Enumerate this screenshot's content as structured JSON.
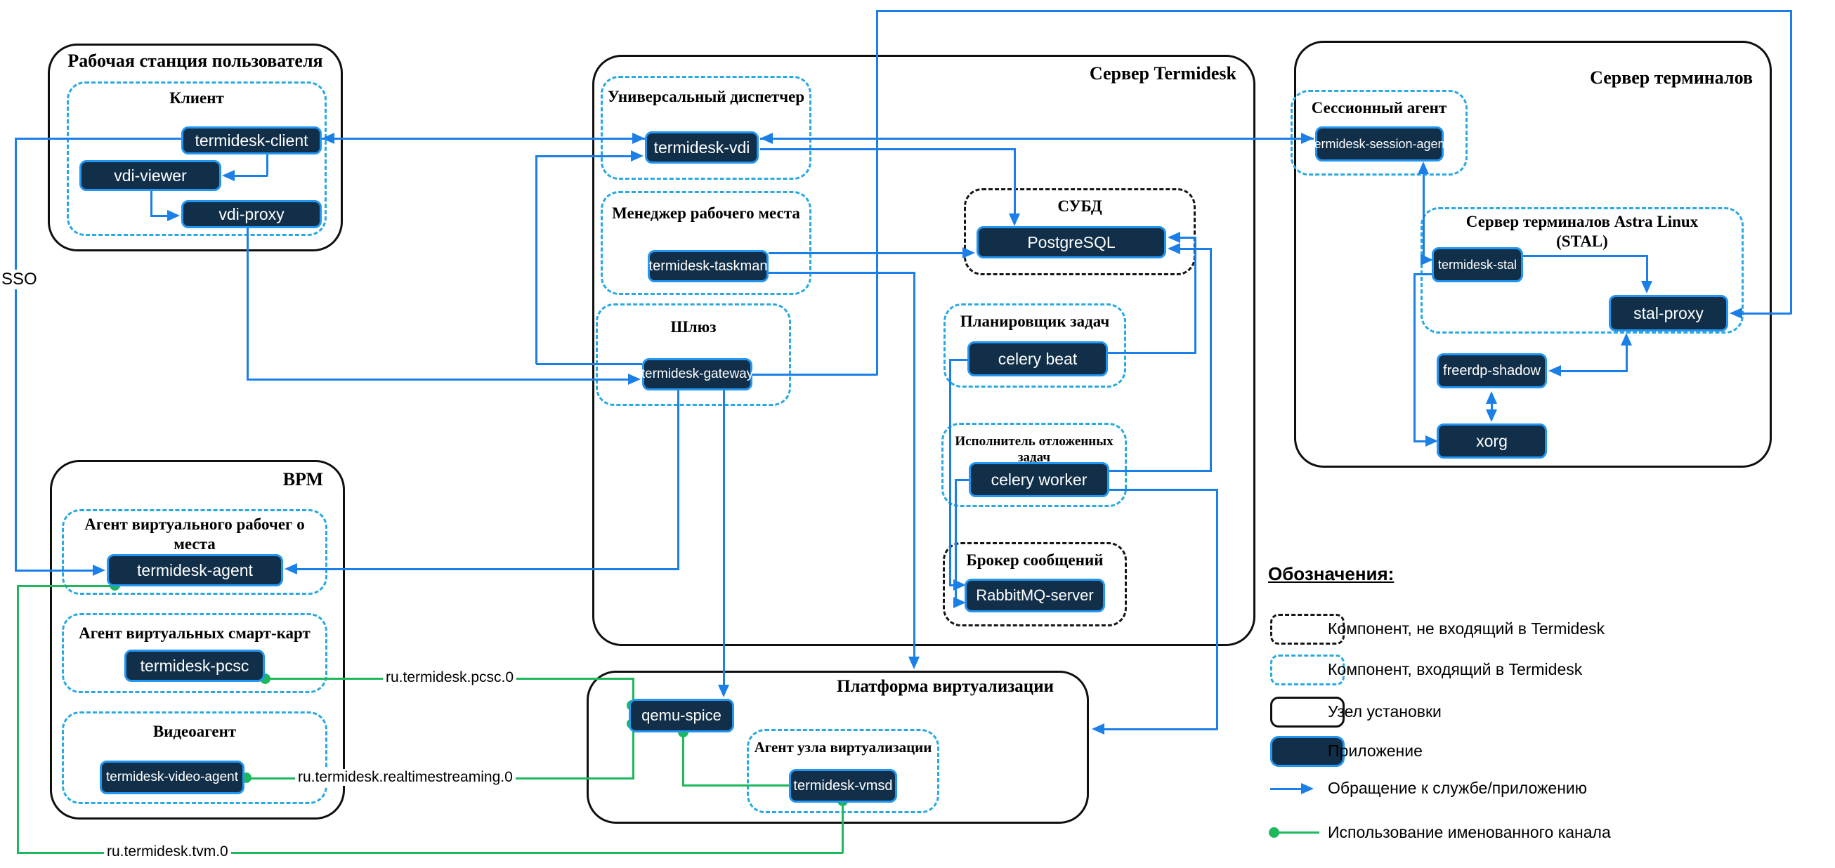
{
  "nodes": {
    "workstation": {
      "title": "Рабочая станция пользователя"
    },
    "termidesk_server": {
      "title": "Сервер Termidesk"
    },
    "terminal_server": {
      "title": "Сервер терминалов"
    },
    "vrm": {
      "title": "ВРМ"
    },
    "virt_platform": {
      "title": "Платформа виртуализации"
    }
  },
  "groups": {
    "client": {
      "title": "Клиент"
    },
    "dispatcher": {
      "title": "Универсальный диспетчер"
    },
    "workplace_manager": {
      "title": "Менеджер рабочего места"
    },
    "gateway": {
      "title": "Шлюз"
    },
    "dbms": {
      "title": "СУБД"
    },
    "scheduler": {
      "title": "Планировщик задач"
    },
    "deferred_executor": {
      "title": "Исполнитель отложенных задач"
    },
    "message_broker": {
      "title": "Брокер сообщений"
    },
    "session_agent": {
      "title": "Сессионный агент"
    },
    "stal": {
      "title": "Сервер терминалов Astra Linux (STAL)"
    },
    "vdi_agent": {
      "title": "Агент виртуального рабочег о места"
    },
    "smartcard_agent": {
      "title": "Агент виртуальных смарт-карт"
    },
    "video_agent": {
      "title": "Видеоагент"
    },
    "virt_node_agent": {
      "title": "Агент узла виртуализации"
    }
  },
  "apps": {
    "termidesk_client": "termidesk-client",
    "vdi_viewer": "vdi-viewer",
    "vdi_proxy": "vdi-proxy",
    "termidesk_vdi": "termidesk-vdi",
    "termidesk_taskman": "termidesk-taskman",
    "termidesk_gateway": "termidesk-gateway",
    "postgresql": "PostgreSQL",
    "celery_beat": "celery beat",
    "celery_worker": "celery worker",
    "rabbitmq_server": "RabbitMQ-server",
    "termidesk_session_agent": "termidesk-session-agent",
    "termidesk_stal": "termidesk-stal",
    "stal_proxy": "stal-proxy",
    "freerdp_shadow": "freerdp-shadow",
    "xorg": "xorg",
    "termidesk_agent": "termidesk-agent",
    "termidesk_pcsc": "termidesk-pcsc",
    "termidesk_video_agent": "termidesk-video-agent",
    "qemu_spice": "qemu-spice",
    "termidesk_vmsd": "termidesk-vmsd"
  },
  "labels": {
    "sso": "SSO",
    "pipe_pcsc": "ru.termidesk.pcsc.0",
    "pipe_realtimestreaming": "ru.termidesk.realtimestreaming.0",
    "pipe_tvm": "ru.termidesk.tvm.0"
  },
  "legend": {
    "title": "Обозначения:",
    "items": [
      {
        "swatch": "dashed-black-box",
        "label": "Компонент, не входящий в Termidesk"
      },
      {
        "swatch": "dashed-blue-box",
        "label": "Компонент, входящий в Termidesk"
      },
      {
        "swatch": "solid-box",
        "label": "Узел установки"
      },
      {
        "swatch": "filled-box",
        "label": "Приложение"
      },
      {
        "swatch": "blue-arrow",
        "label": "Обращение к службе/приложению"
      },
      {
        "swatch": "green-line-dot",
        "label": "Использование именованного канала"
      }
    ]
  },
  "colors": {
    "arrow_blue": "#1b7fe8",
    "dashed_blue": "#29a9e1",
    "dashed_black": "#161616",
    "app_fill": "#112f49",
    "app_border": "#2196f3",
    "pipe_green": "#1db85c"
  }
}
